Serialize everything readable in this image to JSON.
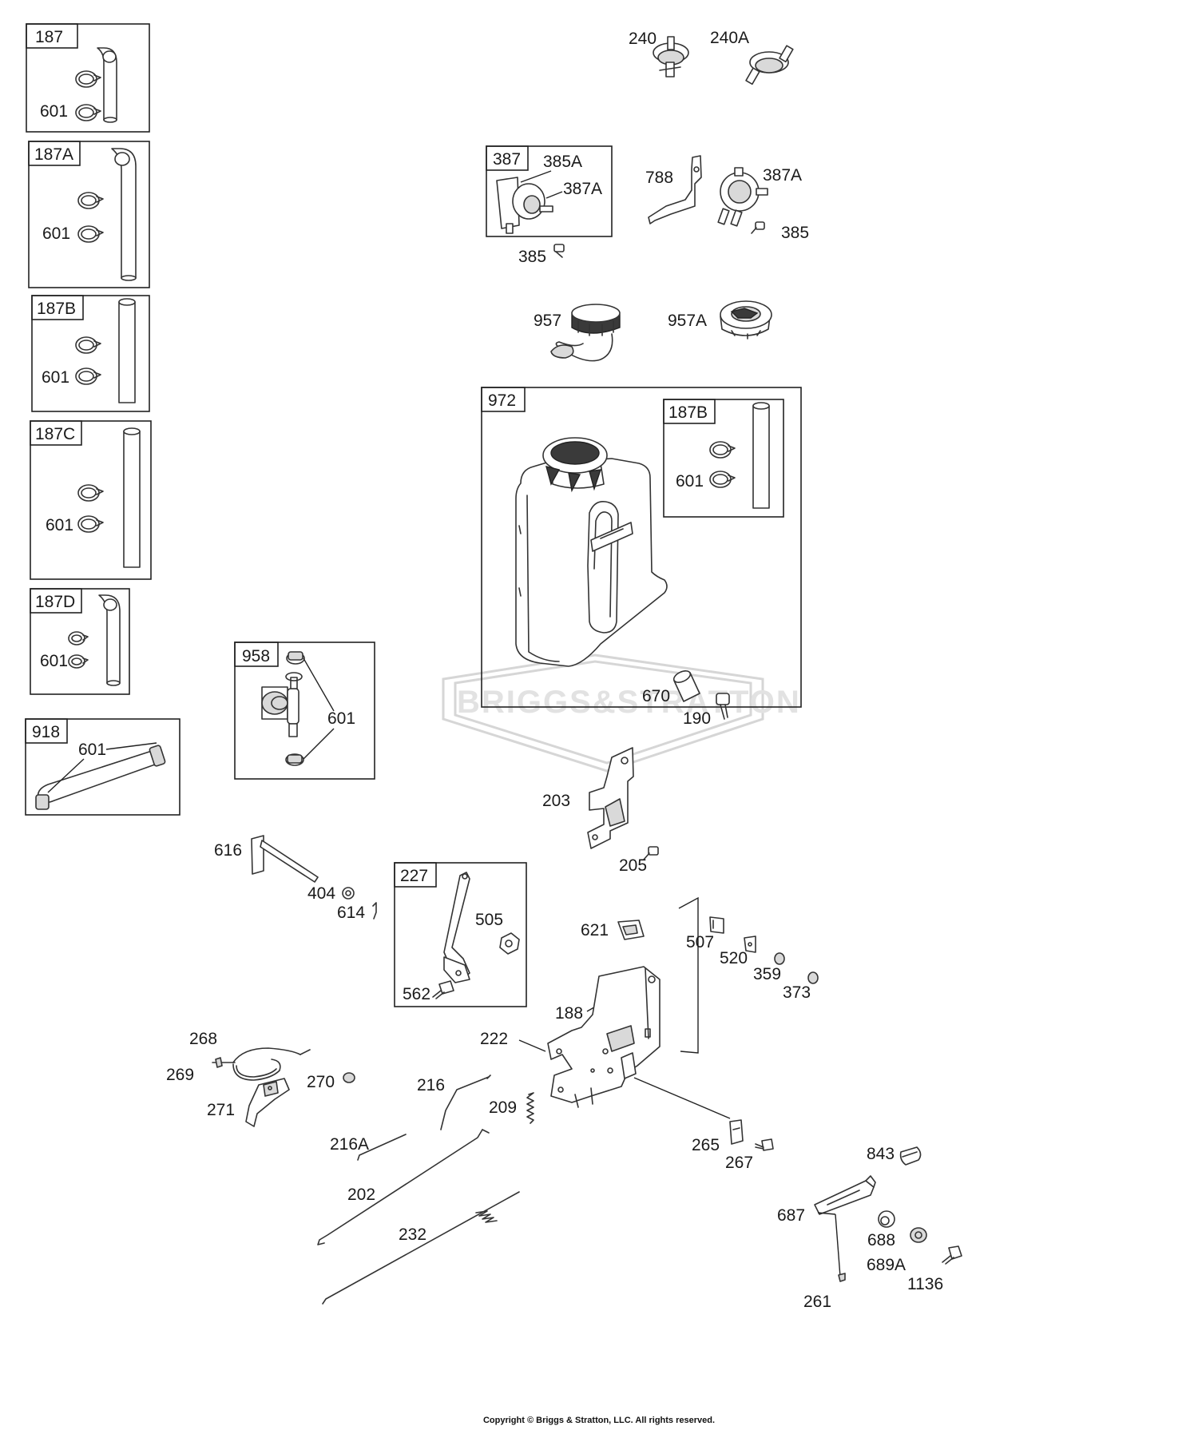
{
  "watermark": "BRIGGS&STRATTON",
  "copyright": "Copyright © Briggs & Stratton, LLC. All rights reserved.",
  "boxes": {
    "b187": "187",
    "b187A": "187A",
    "b187B": "187B",
    "b187C": "187C",
    "b187D": "187D",
    "b918": "918",
    "b958": "958",
    "b387": "387",
    "b972": "972",
    "b187B_inner": "187B",
    "b227": "227"
  },
  "labels": {
    "p601_a": "601",
    "p601_b": "601",
    "p601_c": "601",
    "p601_d": "601",
    "p601_e": "601",
    "p601_f": "601",
    "p601_g": "601",
    "p601_h": "601",
    "p240": "240",
    "p240A": "240A",
    "p385A": "385A",
    "p387A_a": "387A",
    "p385_a": "385",
    "p788": "788",
    "p387A_b": "387A",
    "p385_b": "385",
    "p957": "957",
    "p957A": "957A",
    "p670": "670",
    "p190": "190",
    "p203": "203",
    "p205": "205",
    "p616": "616",
    "p404": "404",
    "p614": "614",
    "p505": "505",
    "p562": "562",
    "p621": "621",
    "p507": "507",
    "p520": "520",
    "p359": "359",
    "p373": "373",
    "p188": "188",
    "p222": "222",
    "p268": "268",
    "p269": "269",
    "p270": "270",
    "p271": "271",
    "p216": "216",
    "p209": "209",
    "p216A": "216A",
    "p265": "265",
    "p267": "267",
    "p843": "843",
    "p202": "202",
    "p232": "232",
    "p687": "687",
    "p688": "688",
    "p689A": "689A",
    "p1136": "1136",
    "p261": "261"
  }
}
